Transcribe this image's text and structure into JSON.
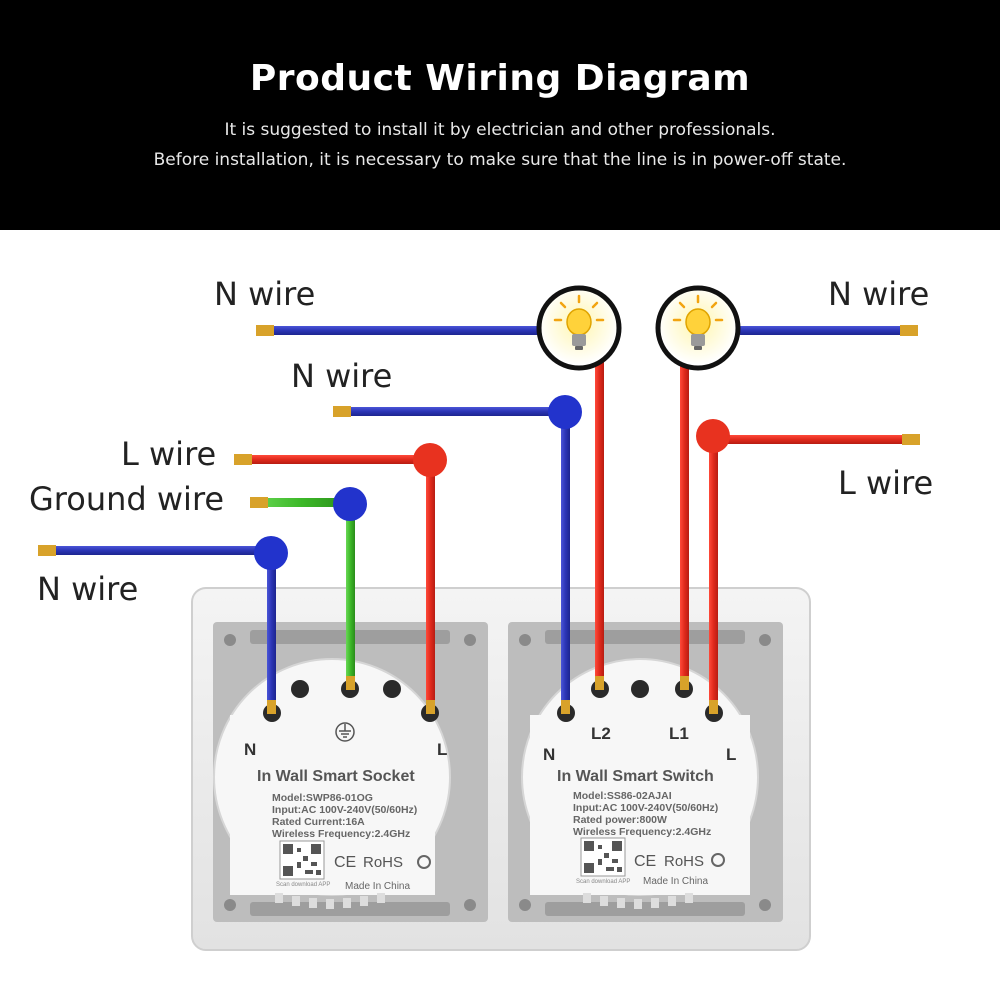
{
  "header": {
    "title": "Product Wiring Diagram",
    "subtitle_1": "It is suggested to install it by electrician and other professionals.",
    "subtitle_2": "Before installation, it is necessary to make sure that the line is in power-off state."
  },
  "wire_labels": {
    "n_wire_top_left": "N wire",
    "n_wire_middle": "N wire",
    "l_wire_left": "L wire",
    "ground_wire": "Ground wire",
    "n_wire_bottom_left": "N wire",
    "n_wire_top_right": "N wire",
    "l_wire_right": "L wire"
  },
  "socket": {
    "title": "In Wall Smart Socket",
    "model": "Model:SWP86-01OG",
    "input": "Input:AC 100V-240V(50/60Hz)",
    "rated": "Rated Current:16A",
    "wireless": "Wireless Frequency:2.4GHz",
    "terminal_n": "N",
    "terminal_l": "L",
    "ce": "CE",
    "rohs": "RoHS",
    "made_in": "Made In China",
    "scan": "Scan download APP"
  },
  "switch": {
    "title": "In Wall Smart Switch",
    "model": "Model:SS86-02AJAI",
    "input": "Input:AC 100V-240V(50/60Hz)",
    "rated": "Rated power:800W",
    "wireless": "Wireless Frequency:2.4GHz",
    "terminal_n": "N",
    "terminal_l2": "L2",
    "terminal_l1": "L1",
    "terminal_l": "L",
    "ce": "CE",
    "rohs": "RoHS",
    "made_in": "Made In China",
    "scan": "Scan download APP"
  },
  "colors": {
    "neutral_wire": "#2b35b5",
    "live_wire": "#e02a1c",
    "ground_wire": "#3cb828",
    "brass_tip": "#d8a22a"
  },
  "icons": [
    "light-bulb-icon",
    "qr-code-icon",
    "recycle-icon",
    "ground-symbol-icon"
  ]
}
